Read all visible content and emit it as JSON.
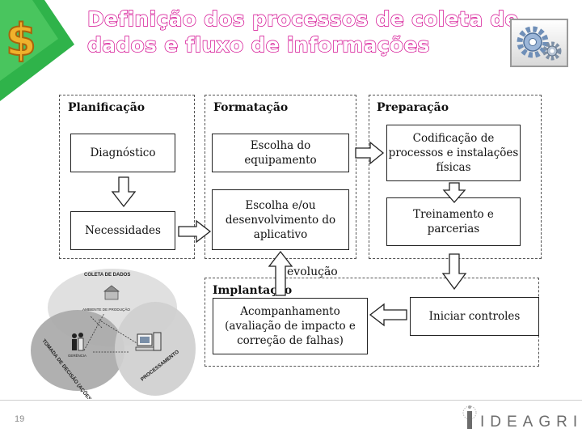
{
  "title": {
    "line1": "Definição dos processos de coleta de",
    "line2": "dados e fluxo de informações"
  },
  "icons": {
    "dollar": "dollar-sign-icon",
    "gears": "gears-icon"
  },
  "sections": {
    "planificacao": "Planificação",
    "formatacao": "Formatação",
    "preparacao": "Preparação",
    "implantacao": "Implantação"
  },
  "boxes": {
    "diagnostico": "Diagnóstico",
    "necessidades": "Necessidades",
    "escolha_equipamento": "Escolha do\nequipamento",
    "escolha_aplicativo": "Escolha e/ou\ndesenvolvimento do\naplicativo",
    "codificacao": "Codificação de\nprocessos e instalações\nfísicas",
    "treinamento": "Treinamento e\nparcerias",
    "acompanhamento": "Acompanhamento\n(avaliação de impacto e\ncorreção de falhas)",
    "iniciar_controles": "Iniciar controles"
  },
  "evolucao": "evolução",
  "cycle": {
    "coleta": "COLETA DE DADOS",
    "ambiente": "AMBIENTE DE PRODUÇÃO",
    "gerencia": "GERÊNCIA",
    "tomada": "TOMADA DE DECISÃO (AÇÕES)",
    "processamento": "PROCESSAMENTO"
  },
  "footer": {
    "page_number": "19",
    "logo": "IDEAGRI"
  },
  "colors": {
    "title_outline": "#d2008c",
    "dollar_green": "#2fb34a",
    "dollar_gold": "#e8a21c"
  }
}
